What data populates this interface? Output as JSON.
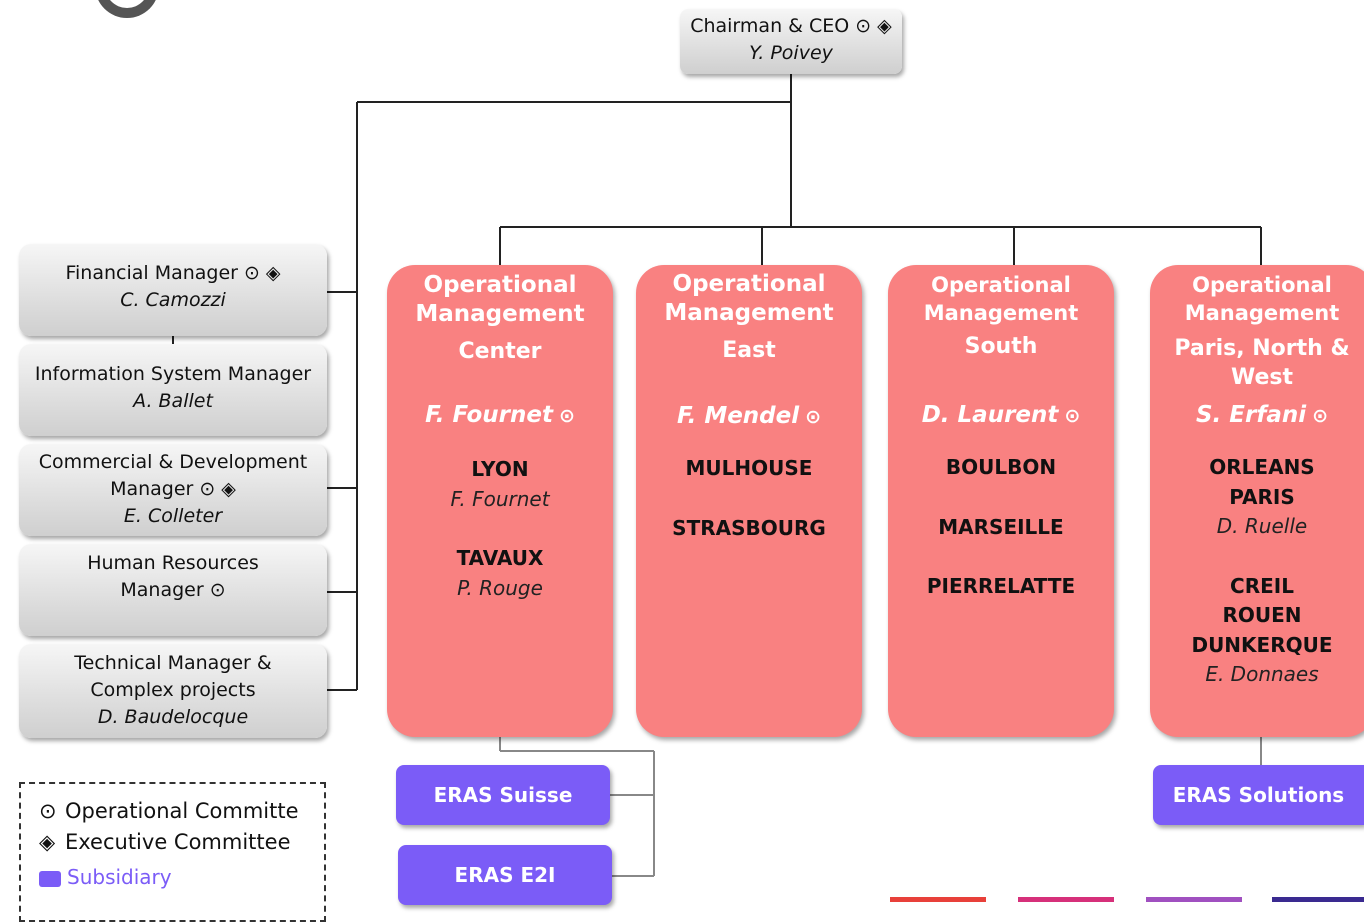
{
  "symbols": {
    "operational": "⊙",
    "executive": "◈"
  },
  "ceo": {
    "title": "Chairman & CEO",
    "name": "Y. Poivey"
  },
  "staff": [
    {
      "title": "Financial Manager",
      "name": "C. Camozzi"
    },
    {
      "title": "Information System Manager",
      "name": "A. Ballet"
    },
    {
      "title_line1": "Commercial & Development",
      "title_line2": "Manager",
      "name": "E. Colleter"
    },
    {
      "title_line1": "Human Resources",
      "title_line2": "Manager"
    },
    {
      "title_line1": "Technical Manager &",
      "title_line2": "Complex projects",
      "name": "D. Baudelocque"
    }
  ],
  "operational": [
    {
      "heading_line1": "Operational",
      "heading_line2": "Management",
      "region": "Center",
      "head": "F. Fournet",
      "sites": [
        {
          "name": "LYON",
          "manager": "F. Fournet"
        },
        {
          "name": "TAVAUX",
          "manager": "P. Rouge"
        }
      ]
    },
    {
      "heading_line1": "Operational",
      "heading_line2": "Management",
      "region": "East",
      "head": "F. Mendel",
      "sites": [
        {
          "name": "MULHOUSE"
        },
        {
          "name": "STRASBOURG"
        }
      ]
    },
    {
      "heading_line1": "Operational",
      "heading_line2": "Management",
      "region": "South",
      "head": "D. Laurent",
      "sites": [
        {
          "name": "BOULBON"
        },
        {
          "name": "MARSEILLE"
        },
        {
          "name": "PIERRELATTE"
        }
      ]
    },
    {
      "heading_line1": "Operational",
      "heading_line2": "Management",
      "region_line1": "Paris, North &",
      "region_line2": "West",
      "head": "S. Erfani",
      "site_groups": [
        {
          "names": [
            "ORLEANS",
            "PARIS"
          ],
          "manager": "D. Ruelle"
        },
        {
          "names": [
            "CREIL",
            "ROUEN",
            "DUNKERQUE"
          ],
          "manager": "E. Donnaes"
        }
      ]
    }
  ],
  "subsidiaries": [
    "ERAS Suisse",
    "ERAS E2I",
    "ERAS Solutions"
  ],
  "legend": {
    "operational": "Operational Committe",
    "executive": "Executive Committee",
    "subsidiary": "Subsidiary"
  },
  "colors": {
    "operational_box": "#f98181",
    "subsidiary_box": "#7b5cf7",
    "staff_box": "#dedede",
    "strip": [
      "#e8403a",
      "#d6307a",
      "#a050c0",
      "#3a2a90"
    ]
  }
}
